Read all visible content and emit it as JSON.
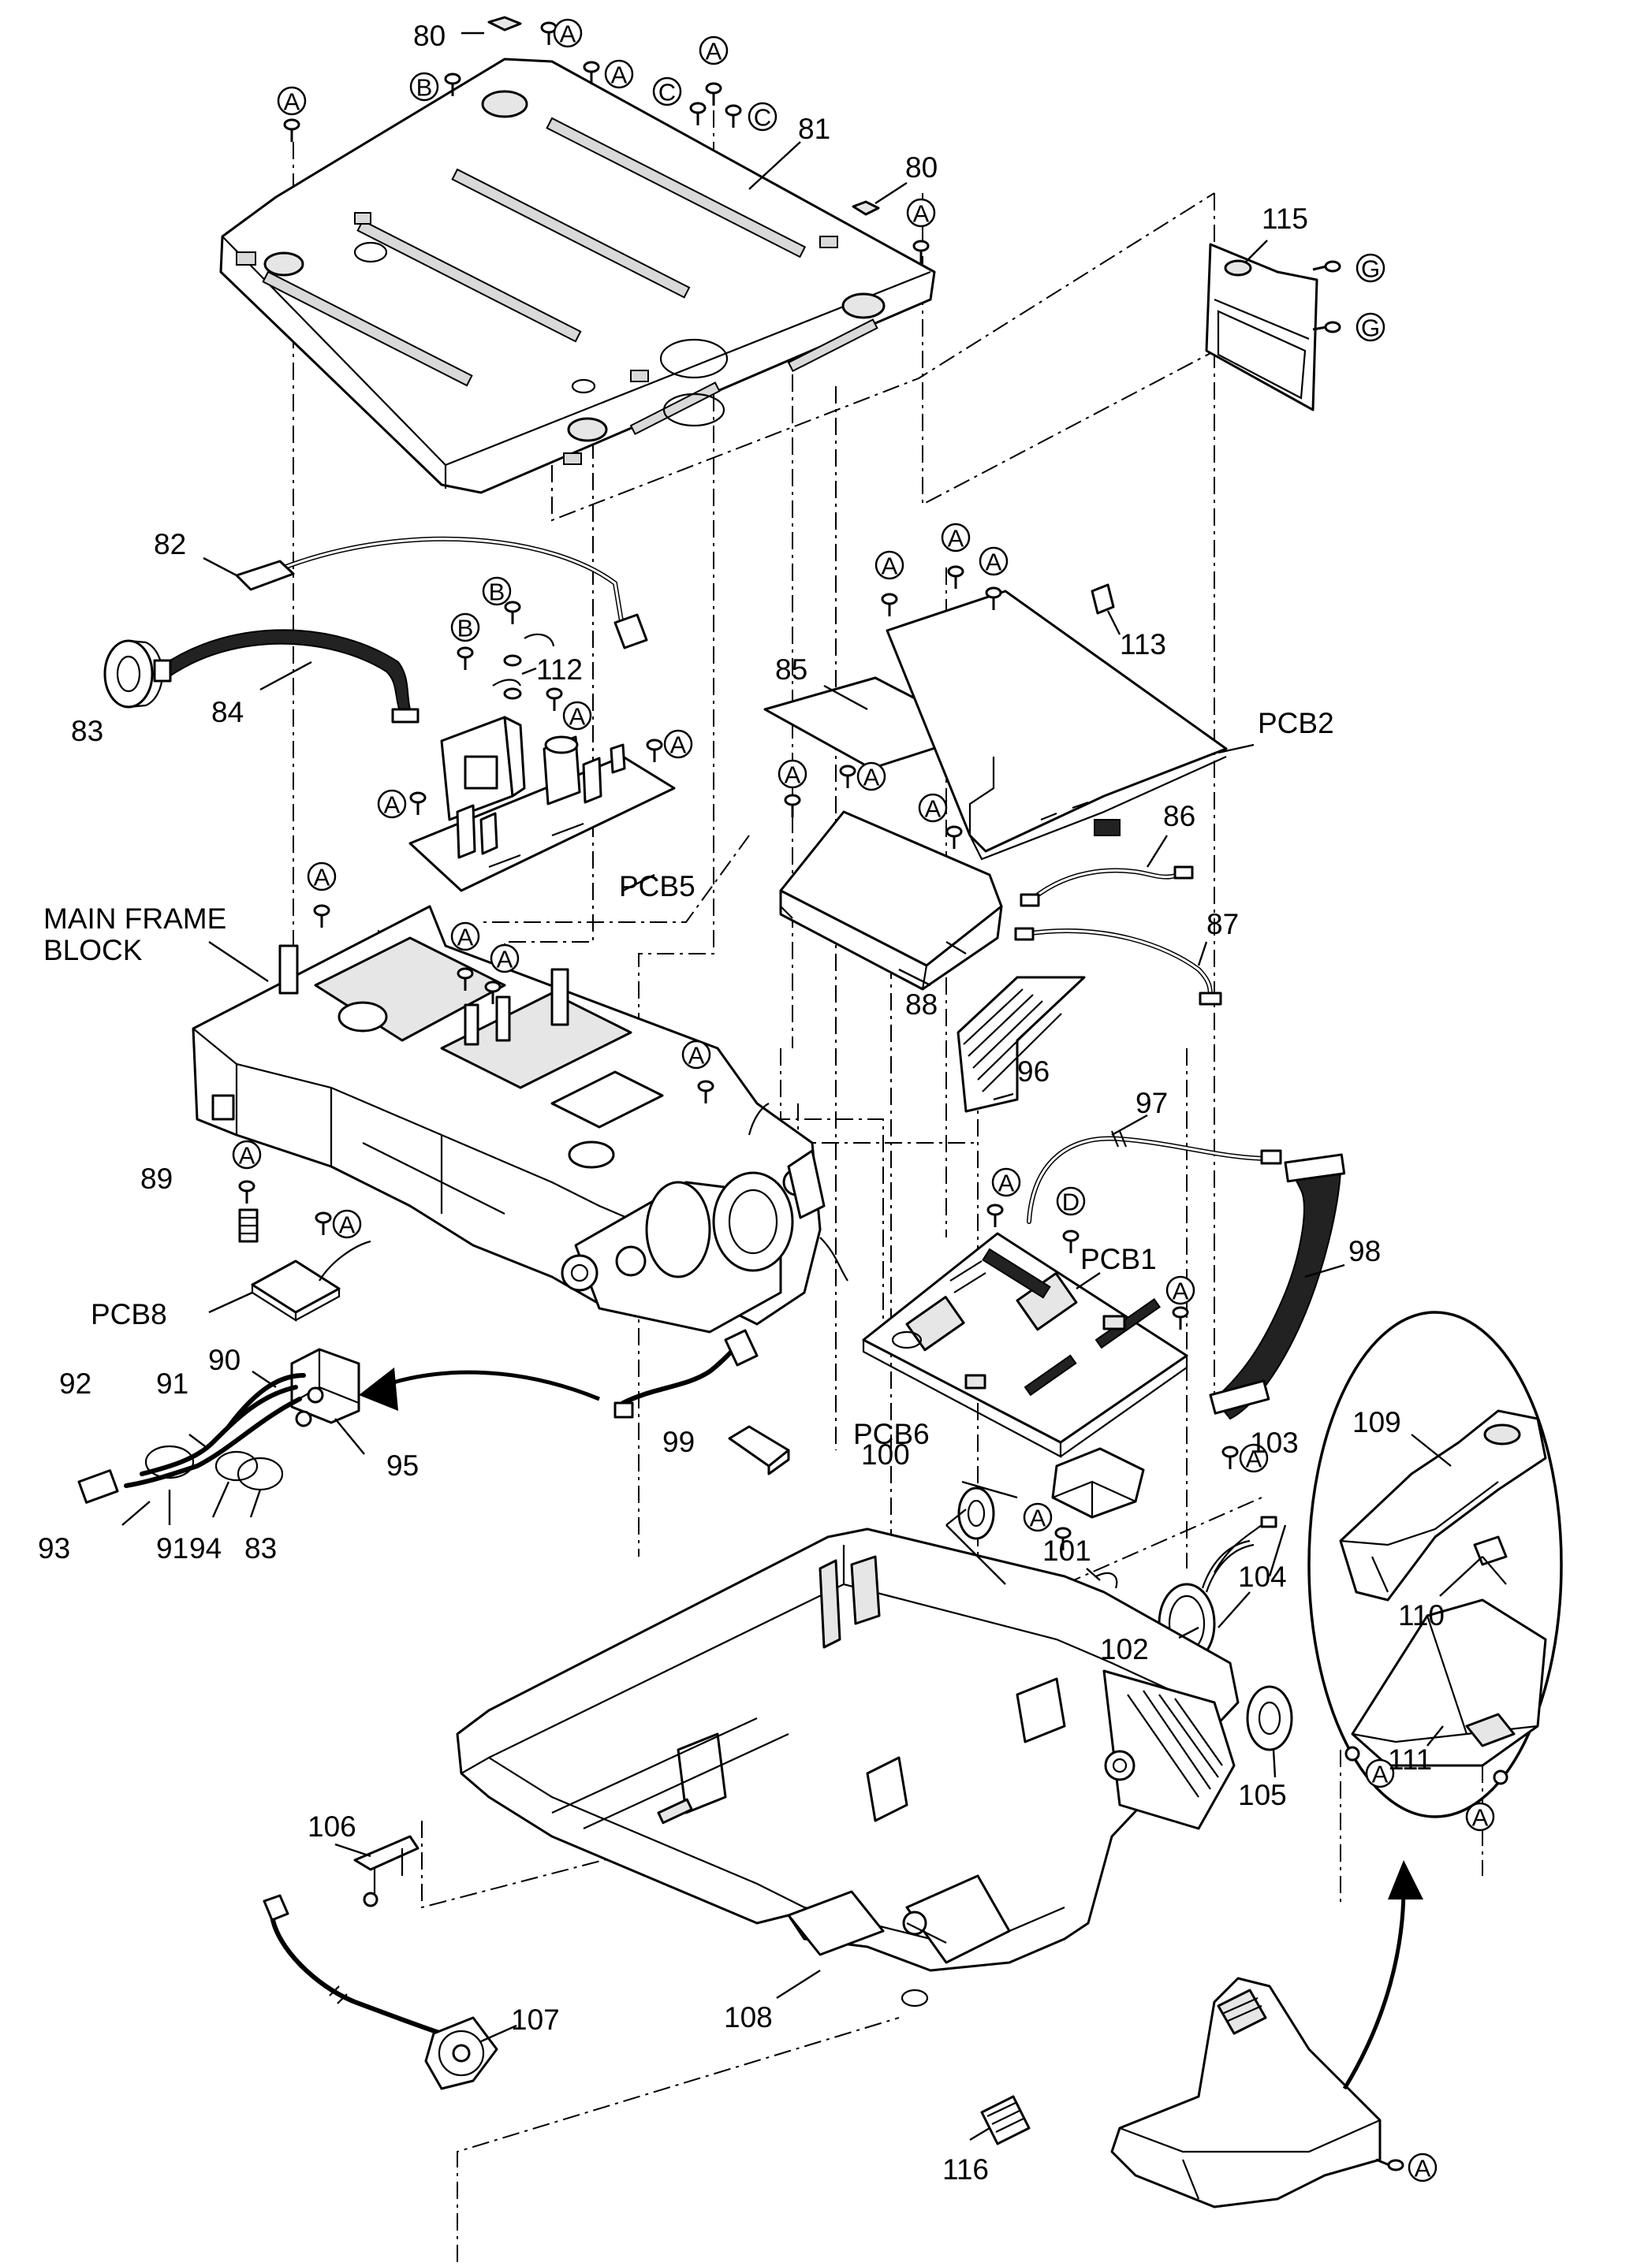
{
  "labels": {
    "l80a": "80",
    "l80b": "80",
    "l81": "81",
    "l82": "82",
    "l83a": "83",
    "l83b": "83",
    "l84": "84",
    "l85": "85",
    "l86": "86",
    "l87": "87",
    "l88": "88",
    "l89": "89",
    "l90": "90",
    "l91a": "91",
    "l91b": "91",
    "l92": "92",
    "l93": "93",
    "l94": "94",
    "l95": "95",
    "l96": "96",
    "l97": "97",
    "l98": "98",
    "l99": "99",
    "l100": "100",
    "l101": "101",
    "l102": "102",
    "l103": "103",
    "l104": "104",
    "l105": "105",
    "l106": "106",
    "l107": "107",
    "l108": "108",
    "l109": "109",
    "l110": "110",
    "l111": "111",
    "l112": "112",
    "l113": "113",
    "l115": "115",
    "l116": "116",
    "pcb1": "PCB1",
    "pcb2": "PCB2",
    "pcb5": "PCB5",
    "pcb6": "PCB6",
    "pcb8": "PCB8",
    "main_frame_1": "MAIN FRAME",
    "main_frame_2": "BLOCK"
  },
  "screw_codes": {
    "A": "A",
    "B": "B",
    "C": "C",
    "D": "D",
    "G": "G"
  }
}
